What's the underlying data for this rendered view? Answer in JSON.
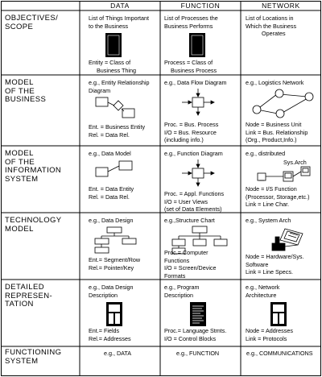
{
  "headers": [
    "DATA",
    "FUNCTION",
    "NETWORK"
  ],
  "rows": [
    {
      "label": [
        "OBJECTIVES/",
        "SCOPE"
      ],
      "data": [
        "List of Things Important",
        "to the Business",
        "",
        "",
        "",
        "",
        "Entity = Class of",
        "Business Thing"
      ],
      "function": [
        "List of Processes the",
        "Business Performs",
        "",
        "",
        "",
        "",
        "Process = Class of",
        "Business Process"
      ],
      "network": [
        "List of Locations in",
        "Which the Business",
        "Operates"
      ]
    },
    {
      "label": [
        "MODEL",
        "OF THE",
        "BUSINESS"
      ],
      "data": [
        "e.g., Entity Relationship",
        "Diagram",
        "",
        "",
        "",
        "Ent. = Business Entity",
        "Rel. = Data Rel."
      ],
      "function": [
        "e.g., Data Flow Diagram",
        "",
        "",
        "",
        "",
        "Proc. = Bus. Process",
        "I/O = Bus. Resource",
        "(including info.)"
      ],
      "network": [
        "e.g., Logistics Network",
        "",
        "",
        "",
        "",
        "Node = Business Unit",
        "Link = Bus. Relationship",
        "(Org., Product,Info.)"
      ]
    },
    {
      "label": [
        "MODEL",
        "OF THE",
        "INFORMATION",
        "SYSTEM"
      ],
      "data": [
        "e.g., Data Model",
        "",
        "",
        "",
        "Ent. = Data Entity",
        "Rel. = Data Rel."
      ],
      "function": [
        "e.g., Function Diagram",
        "",
        "",
        "",
        "",
        "Proc. = Appl. Functions",
        "I/O = User Views",
        "(set of Data Elements)"
      ],
      "network": [
        "e.g., distributed",
        "Sys.Arch",
        "",
        "",
        "Node = I/S Function",
        "(Processor, Storage,etc.)",
        "Link = Line Char."
      ]
    },
    {
      "label": [
        "TECHNOLOGY",
        "MODEL"
      ],
      "data": [
        "e.g., Data Design",
        "",
        "",
        "",
        "",
        "Ent.= Segment/Row",
        "Rel.= Pointer/Key"
      ],
      "function": [
        "e.g.,Structure Chart",
        "",
        "",
        "",
        "",
        "Proc.= Computer",
        "Functions",
        "I/O = Screen/Device",
        "Formats"
      ],
      "network": [
        "e.g., System Arch",
        "",
        "",
        "",
        "",
        "",
        "Node = Hardware/Sys.",
        "Software",
        "Link = Line Specs."
      ]
    },
    {
      "label": [
        "DETAILED",
        "REPRESEN-",
        "TATION"
      ],
      "data": [
        "e.g., Data Design",
        "Description",
        "",
        "",
        "",
        "",
        "Ent.= Fields",
        "Rel.= Addresses"
      ],
      "function": [
        "e.g., Program",
        "Description",
        "",
        "",
        "",
        "",
        "Proc.= Language Stmts.",
        "I/O = Control Blocks"
      ],
      "network": [
        "e.g., Network",
        "Architecture",
        "",
        "",
        "",
        "",
        "Node = Addresses",
        "Link = Protocols"
      ]
    },
    {
      "label": [
        "FUNCTIONING",
        "SYSTEM"
      ],
      "data": [
        "e.g., DATA"
      ],
      "function": [
        "e.g., FUNCTION"
      ],
      "network": [
        "e.g., COMMUNICATIONS"
      ]
    }
  ]
}
